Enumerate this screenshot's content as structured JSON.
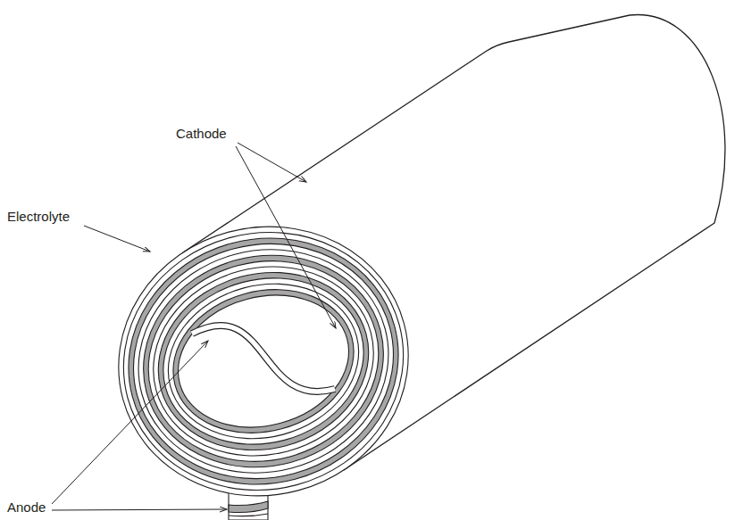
{
  "diagram": {
    "labels": [
      "Cathode",
      "Electrolyte",
      "Anode"
    ]
  }
}
